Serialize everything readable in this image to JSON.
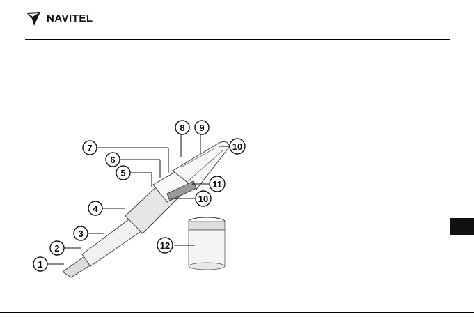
{
  "header": {
    "brand": "NAVITEL"
  },
  "figure": {
    "callouts": [
      "1",
      "2",
      "3",
      "4",
      "5",
      "6",
      "7",
      "8",
      "9",
      "10",
      "11",
      "10",
      "12"
    ]
  },
  "icons": {
    "logo": "navitel-logo-icon"
  }
}
